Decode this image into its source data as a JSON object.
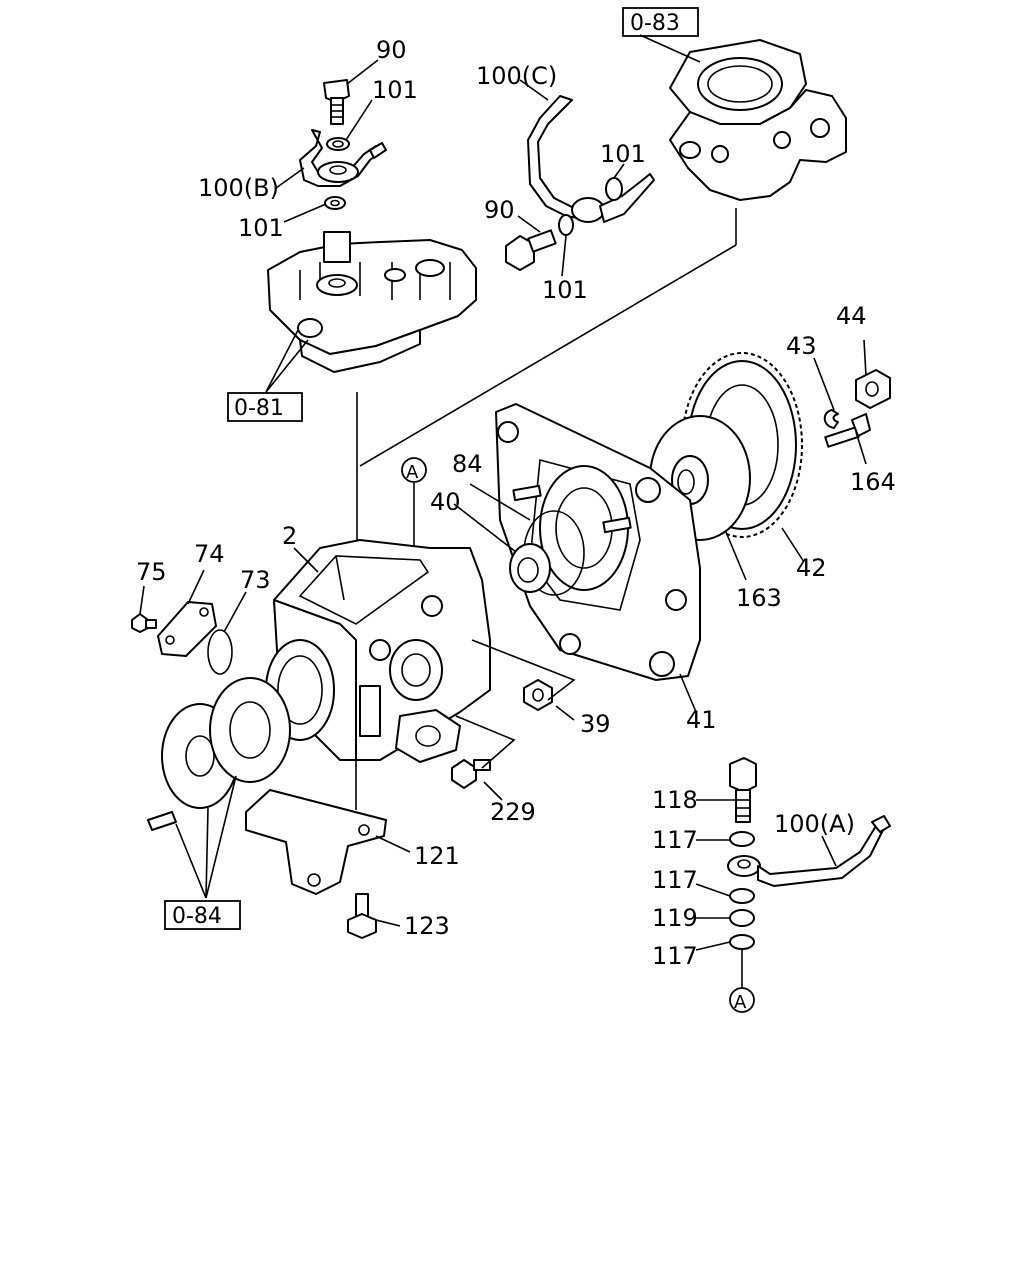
{
  "callouts": {
    "c90_top": "90",
    "c101_top1": "101",
    "c100b": "100(B)",
    "c101_top2": "101",
    "c100c": "100(C)",
    "c101_mid1": "101",
    "c90_mid": "90",
    "c101_mid2": "101",
    "c44": "44",
    "c43": "43",
    "c164": "164",
    "c84": "84",
    "c40": "40",
    "cA_top": "A",
    "c2": "2",
    "c74": "74",
    "c75": "75",
    "c73": "73",
    "c42": "42",
    "c163": "163",
    "c39": "39",
    "c41": "41",
    "c229": "229",
    "c121": "121",
    "c123": "123",
    "c118": "118",
    "c117_1": "117",
    "c100a": "100(A)",
    "c117_2": "117",
    "c119": "119",
    "c117_3": "117",
    "cA_bottom": "A"
  },
  "references": {
    "r083": "0-83",
    "r081": "0-81",
    "r084": "0-84"
  }
}
